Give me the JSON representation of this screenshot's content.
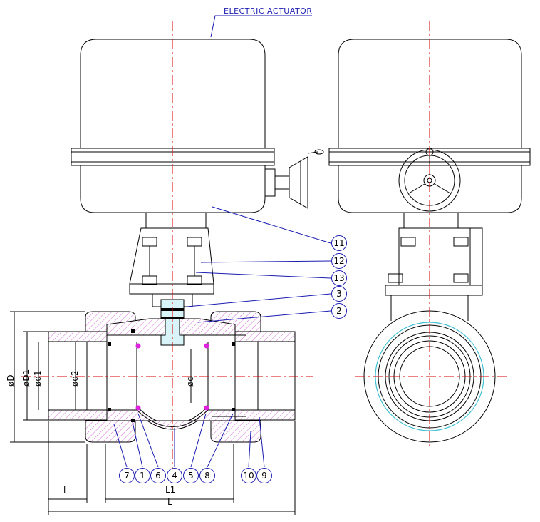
{
  "title_label": "ELECTRIC ACTUATOR",
  "balloons": [
    "11",
    "12",
    "13",
    "3",
    "2",
    "7",
    "1",
    "6",
    "4",
    "5",
    "8",
    "10",
    "9"
  ],
  "dimensions": {
    "D": "øD",
    "D1": "øD1",
    "d1": "ød1",
    "d2": "ød2",
    "d": "ød",
    "l": "l",
    "L1": "L1",
    "L": "L"
  },
  "colors": {
    "outline": "#000000",
    "centerline": "#d40000",
    "leader": "#1c1cb0",
    "hatch": "#d070d0",
    "seal": "#e020e0",
    "cyan": "#40c0d0"
  }
}
